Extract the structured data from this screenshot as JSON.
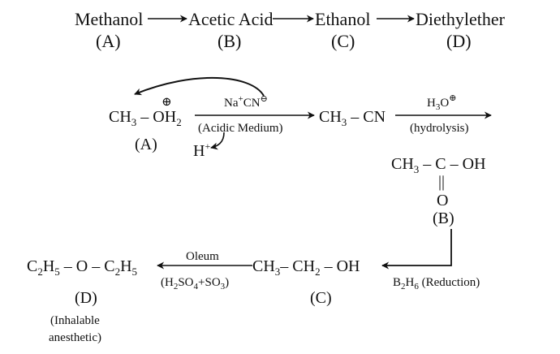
{
  "top_scheme": {
    "methanol": "Methanol",
    "acetic_acid": "Acetic Acid",
    "ethanol": "Ethanol",
    "diethylether": "Diethylether",
    "label_a": "(A)",
    "label_b": "(B)",
    "label_c": "(C)",
    "label_d": "(D)"
  },
  "reaction1": {
    "reactant_ch3": "CH",
    "reactant_ch3_sub": "3",
    "reactant_rest": " – OH",
    "reactant_h2_sub": "2",
    "oplus": "⊕",
    "label": "(A)",
    "reagent_na": "Na",
    "reagent_plus": "+",
    "reagent_cn": "CN",
    "reagent_minus": "⊖",
    "condition": "(Acidic Medium)",
    "leaving_h": "H",
    "leaving_plus": "+"
  },
  "reaction2": {
    "product_ch3": "CH",
    "product_sub": "3",
    "product_rest": " – CN",
    "reagent_h3o": "H",
    "reagent_sub": "3",
    "reagent_o": "O",
    "reagent_plus": "⊕",
    "condition": "(hydrolysis)"
  },
  "acid": {
    "ch3": "CH",
    "sub": "3",
    "rest": " – C – OH",
    "double_bond": "||",
    "oxygen": "O",
    "label": "(B)"
  },
  "reduction": {
    "b": "B",
    "b_sub": "2",
    "h": "H",
    "h_sub": "6",
    "rest": " (Reduction)"
  },
  "ethanol_formula": {
    "ch3": "CH",
    "sub1": "3",
    "mid": "– CH",
    "sub2": "2",
    "end": " – OH",
    "label": "(C)"
  },
  "oleum_step": {
    "reagent": "Oleum",
    "cond_open": "(H",
    "cond_sub1": "2",
    "cond_so": "SO",
    "cond_sub2": "4",
    "cond_plus": "+SO",
    "cond_sub3": "3",
    "cond_close": ")"
  },
  "ether": {
    "c1": "C",
    "c1_sub": "2",
    "h1": "H",
    "h1_sub": "5",
    "mid": " – O – C",
    "c2_sub": "2",
    "h2": "H",
    "h2_sub": "5",
    "label": "(D)",
    "note_line1": "(Inhalable",
    "note_line2": "anesthetic)"
  }
}
